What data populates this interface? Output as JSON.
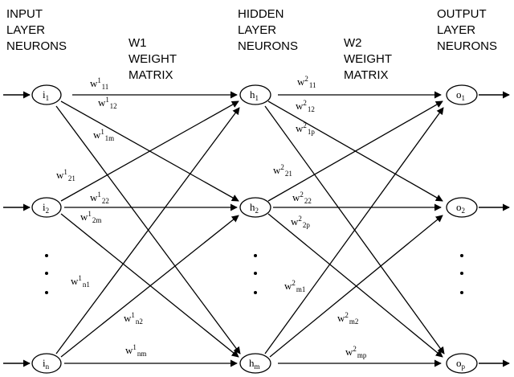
{
  "headers": {
    "input": [
      "INPUT",
      "LAYER",
      "NEURONS"
    ],
    "w1": [
      "W1",
      "WEIGHT",
      "MATRIX"
    ],
    "hidden": [
      "HIDDEN",
      "LAYER",
      "NEURONS"
    ],
    "w2": [
      "W2",
      "WEIGHT",
      "MATRIX"
    ],
    "output": [
      "OUTPUT",
      "LAYER",
      "NEURONS"
    ]
  },
  "nodes": {
    "input": [
      {
        "base": "i",
        "sub": "1"
      },
      {
        "base": "i",
        "sub": "2"
      },
      {
        "base": "i",
        "sub": "n"
      }
    ],
    "hidden": [
      {
        "base": "h",
        "sub": "1"
      },
      {
        "base": "h",
        "sub": "2"
      },
      {
        "base": "h",
        "sub": "m"
      }
    ],
    "output": [
      {
        "base": "o",
        "sub": "1"
      },
      {
        "base": "o",
        "sub": "2"
      },
      {
        "base": "o",
        "sub": "p"
      }
    ]
  },
  "ellipsis": "·",
  "weights": {
    "w1": [
      {
        "base": "w",
        "sup": "1",
        "sub": "11"
      },
      {
        "base": "w",
        "sup": "1",
        "sub": "12"
      },
      {
        "base": "w",
        "sup": "1",
        "sub": "1m"
      },
      {
        "base": "w",
        "sup": "1",
        "sub": "21"
      },
      {
        "base": "w",
        "sup": "1",
        "sub": "22"
      },
      {
        "base": "w",
        "sup": "1",
        "sub": "2m"
      },
      {
        "base": "w",
        "sup": "1",
        "sub": "n1"
      },
      {
        "base": "w",
        "sup": "1",
        "sub": "n2"
      },
      {
        "base": "w",
        "sup": "1",
        "sub": "nm"
      }
    ],
    "w2": [
      {
        "base": "w",
        "sup": "2",
        "sub": "11"
      },
      {
        "base": "w",
        "sup": "2",
        "sub": "12"
      },
      {
        "base": "w",
        "sup": "2",
        "sub": "1p"
      },
      {
        "base": "w",
        "sup": "2",
        "sub": "21"
      },
      {
        "base": "w",
        "sup": "2",
        "sub": "22"
      },
      {
        "base": "w",
        "sup": "2",
        "sub": "2p"
      },
      {
        "base": "w",
        "sup": "2",
        "sub": "m1"
      },
      {
        "base": "w",
        "sup": "2",
        "sub": "m2"
      },
      {
        "base": "w",
        "sup": "2",
        "sub": "mp"
      }
    ]
  }
}
